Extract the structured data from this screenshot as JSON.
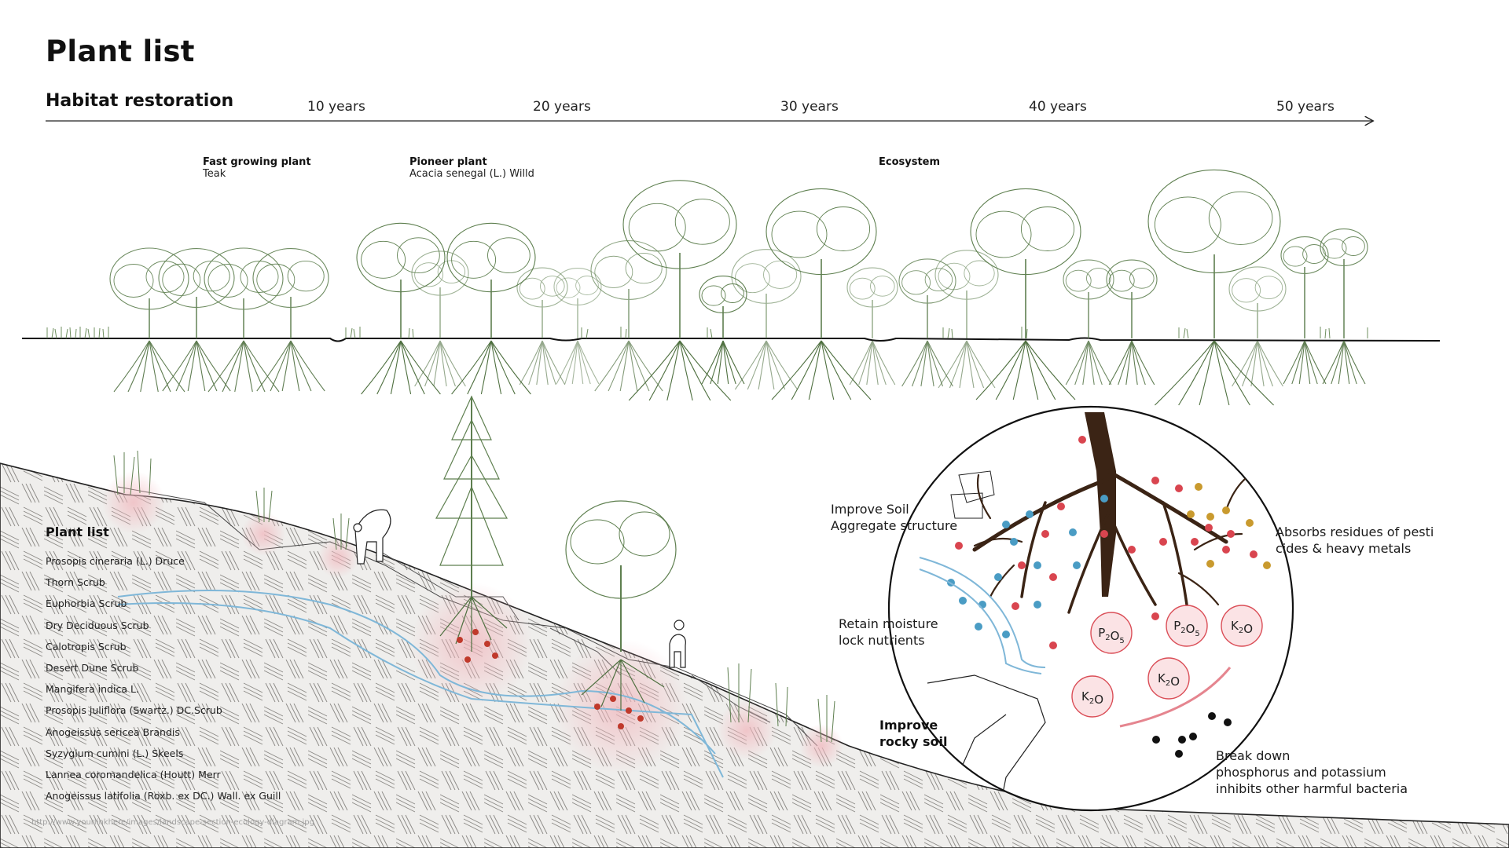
{
  "page_title": "Plant list",
  "timeline": {
    "title": "Habitat restoration",
    "ticks": [
      "10 years",
      "20 years",
      "30 years",
      "40 years",
      "50 years"
    ]
  },
  "stages": [
    {
      "title": "Fast growing plant",
      "subtitle": "Teak"
    },
    {
      "title": "Pioneer plant",
      "subtitle": "Acacia senegal (L.) Willd"
    },
    {
      "title": "Ecosystem",
      "subtitle": ""
    }
  ],
  "plant_list": {
    "title": "Plant list",
    "items": [
      "Prosopis cineraria (L.) Druce",
      "Thorn Scrub",
      "Euphorbia Scrub",
      "Dry Deciduous Scrub",
      "Calotropis Scrub",
      "Desert Dune Scrub",
      "Mangifera indica L.",
      "Prosopis juliflora (Swartz.) DC.Scrub",
      "Anogeissus sericea Brandis",
      "Syzygium cumini (L.) Skeels",
      "Lannea coromandelica (Houtt) Merr",
      "Anogeissus latifolia (Roxb. ex DC.) Wall. ex Guill"
    ]
  },
  "annotations": {
    "improve_soil": [
      "Improve Soil",
      "Aggregate structure"
    ],
    "retain_moisture": [
      "Retain moisture",
      "lock nutrients"
    ],
    "improve_rocky": [
      "Improve",
      "rocky soil"
    ],
    "absorbs": [
      "Absorbs residues of pesti",
      "cides & heavy metals"
    ],
    "break_down": [
      "Break down",
      "phosphorus and potassium",
      "inhibits other harmful bacteria"
    ]
  },
  "nutrients": [
    {
      "base": "P",
      "sub1": "2",
      "mid": "O",
      "sub2": "5"
    },
    {
      "base": "P",
      "sub1": "2",
      "mid": "O",
      "sub2": "5"
    },
    {
      "base": "K",
      "sub1": "2",
      "mid": "O",
      "sub2": ""
    },
    {
      "base": "K",
      "sub1": "2",
      "mid": "O",
      "sub2": ""
    },
    {
      "base": "K",
      "sub1": "2",
      "mid": "O",
      "sub2": ""
    }
  ],
  "source_url": "http://www.yourlinkhere/images/landscape-section-ecology-diagram.jpg",
  "colors": {
    "tree_green": "#5e7f4f",
    "root_green": "#4f7040",
    "root_brown": "#3b2415",
    "nutrient_red": "#d9454f",
    "nutrient_blue": "#4a9cc4",
    "nutrient_gold": "#c99a2e",
    "water_blue": "#7fb7d8",
    "pink_glow": "#f2c0c4"
  }
}
